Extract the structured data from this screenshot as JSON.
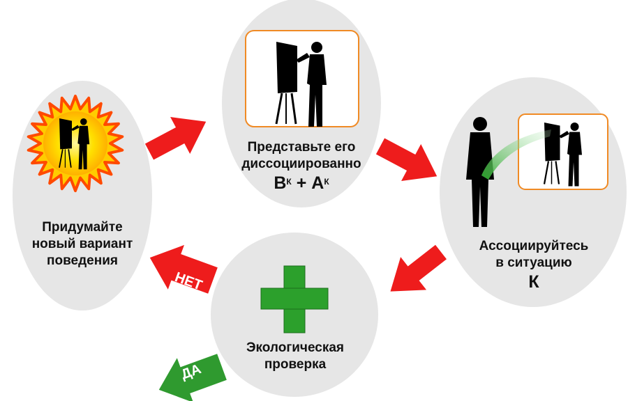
{
  "nodes": {
    "invent": {
      "line1": "Придумайте",
      "line2": "новый вариант",
      "line3": "поведения"
    },
    "imagine": {
      "line1": "Представьте его",
      "line2": "диссоциированно",
      "formula_b": "В",
      "formula_k1": "К",
      "formula_plus": "+",
      "formula_a": "А",
      "formula_k2": "К"
    },
    "associate": {
      "line1": "Ассоциируйтесь",
      "line2": "в ситуацию",
      "line3": "К"
    },
    "ecology": {
      "line1": "Экологическая",
      "line2": "проверка"
    }
  },
  "arrows": {
    "no": "НЕТ",
    "yes": "ДА"
  },
  "icons": [
    "sun-icon",
    "presenter-silhouette-icon",
    "standing-person-icon",
    "green-plus-icon"
  ],
  "colors": {
    "circle": "#e6e6e6",
    "arrow_red": "#ee1c1c",
    "arrow_green": "#2f9a2f",
    "plus_green": "#2ca02c",
    "frame": "#f08a24",
    "sun": "#ffcc00"
  }
}
